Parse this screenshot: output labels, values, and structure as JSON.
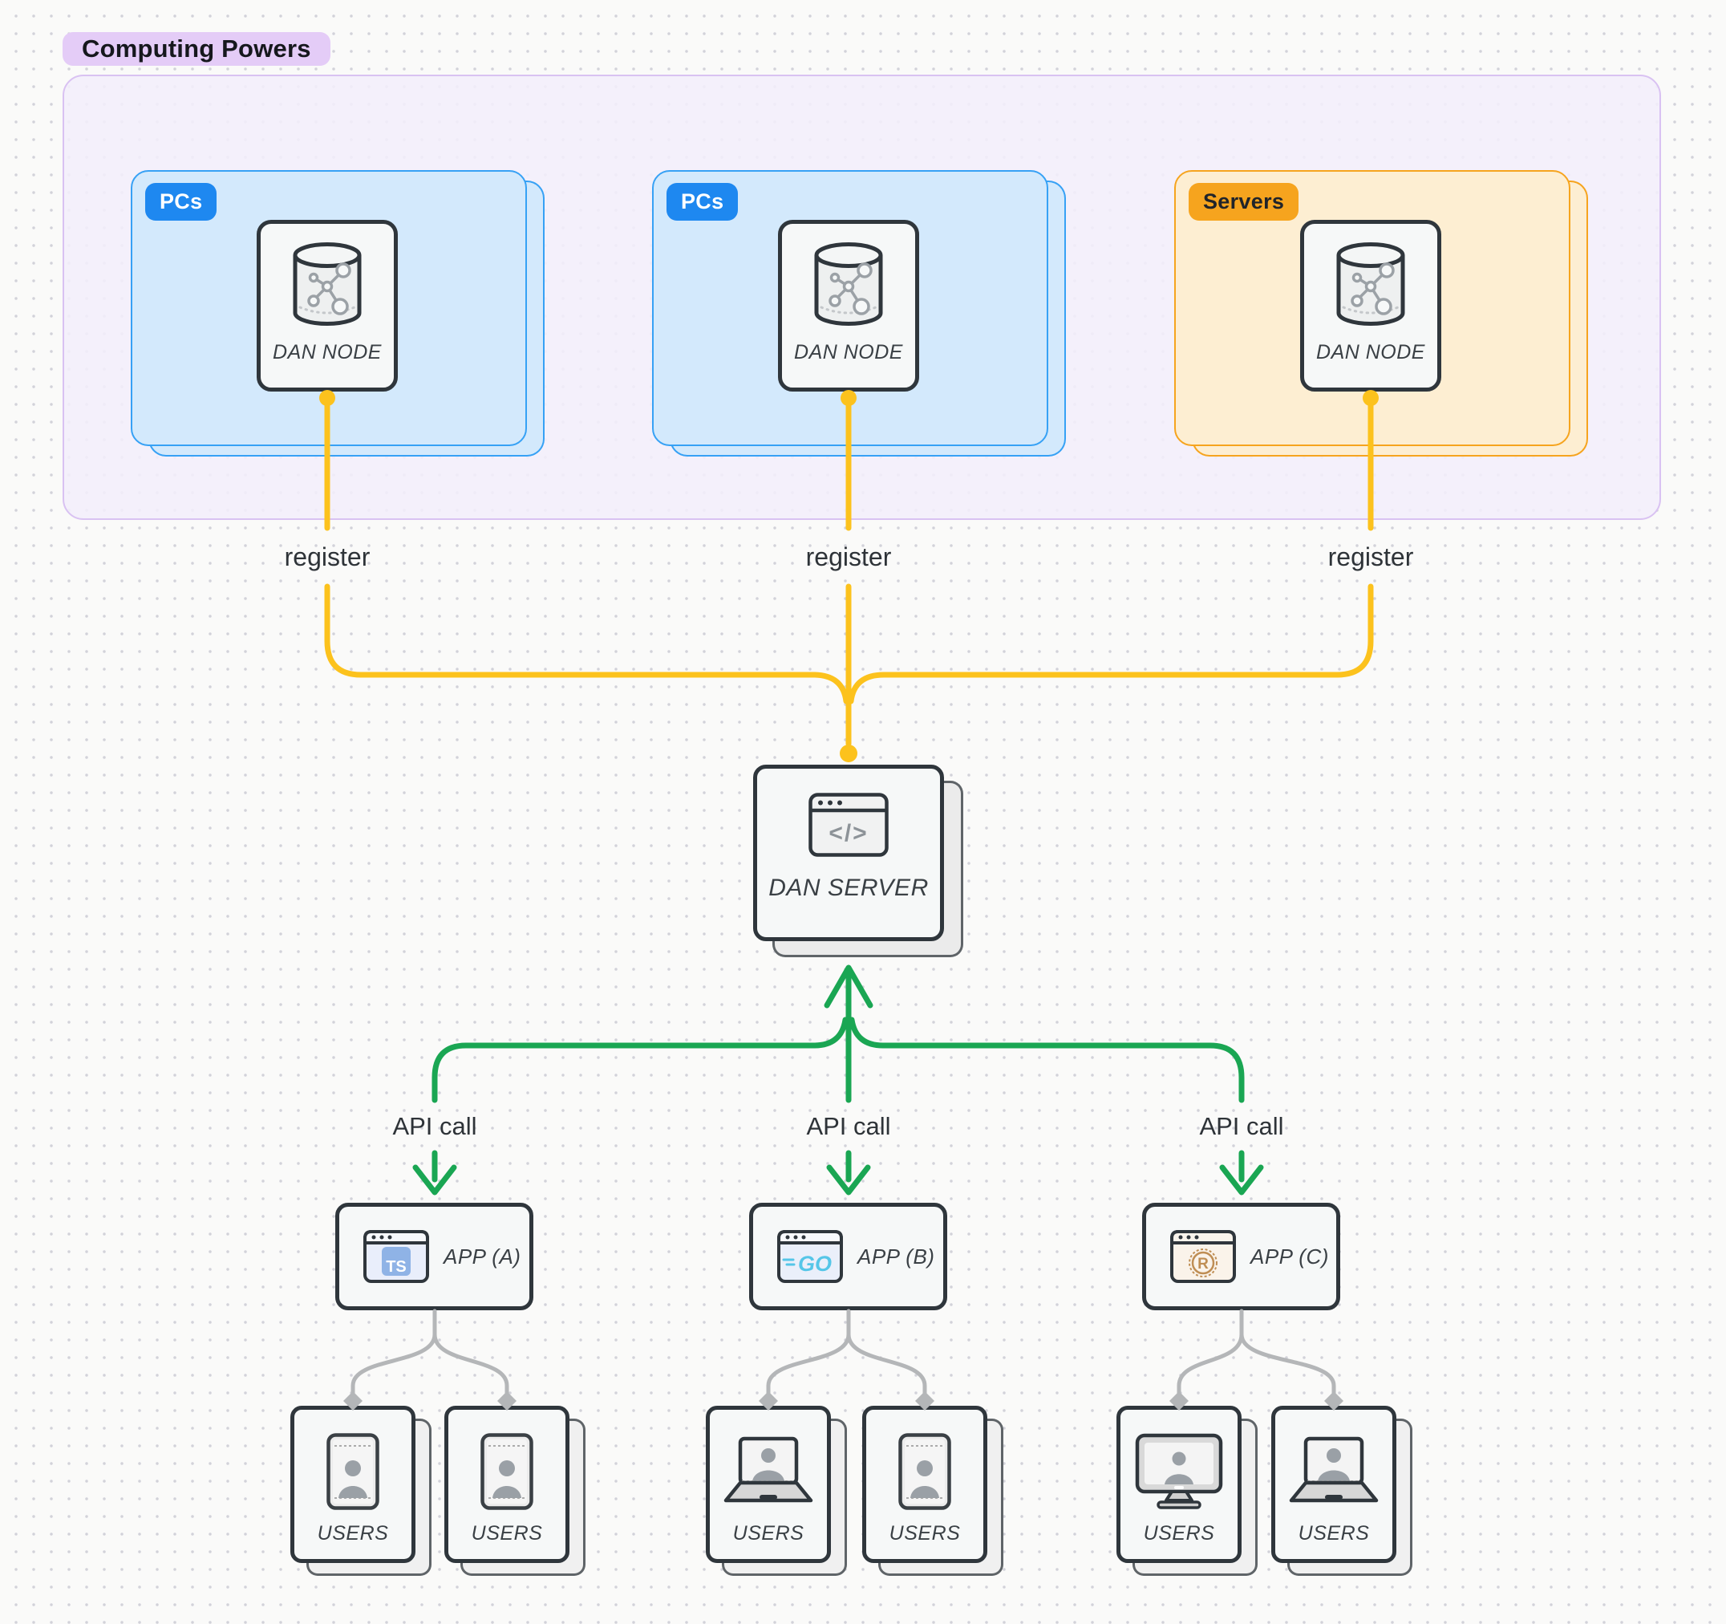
{
  "group": {
    "badge": "Computing Powers"
  },
  "cards": [
    {
      "badge": "PCs",
      "node": "DAN NODE",
      "edge": "register",
      "kind": "pcs"
    },
    {
      "badge": "PCs",
      "node": "DAN NODE",
      "edge": "register",
      "kind": "pcs"
    },
    {
      "badge": "Servers",
      "node": "DAN NODE",
      "edge": "register",
      "kind": "servers"
    }
  ],
  "server": {
    "label": "DAN SERVER",
    "icon_text": "</>"
  },
  "apps": [
    {
      "label": "APP (A)",
      "api": "API call",
      "icon_text": "TS"
    },
    {
      "label": "APP (B)",
      "api": "API call",
      "icon_text": "GO"
    },
    {
      "label": "APP (C)",
      "api": "API call",
      "icon_text": "R"
    }
  ],
  "users_label": "USERS",
  "user_icons": [
    [
      "id-badge",
      "id-badge"
    ],
    [
      "laptop-user",
      "id-badge"
    ],
    [
      "monitor-user",
      "laptop-user"
    ]
  ],
  "icons": {
    "node": "database-network-icon",
    "server": "browser-code-icon",
    "app_a": "typescript-browser-icon",
    "app_b": "go-browser-icon",
    "app_c": "rust-browser-icon"
  },
  "colors": {
    "register_line": "#fcc21d",
    "api_line": "#1aa653",
    "users_line": "#b4b6b8",
    "pcs_badge": "#1e88f0",
    "servers_badge": "#f6a41e",
    "group_badge": "#e4ccf7",
    "pcs_card": "#d3e9fc",
    "pcs_card_border": "#36a1f5",
    "servers_card": "#fdeed2",
    "servers_card_border": "#f6a41e",
    "group_bg": "#f3eefa",
    "box_border": "#2f363c",
    "box_fill": "#f6f8f8"
  }
}
